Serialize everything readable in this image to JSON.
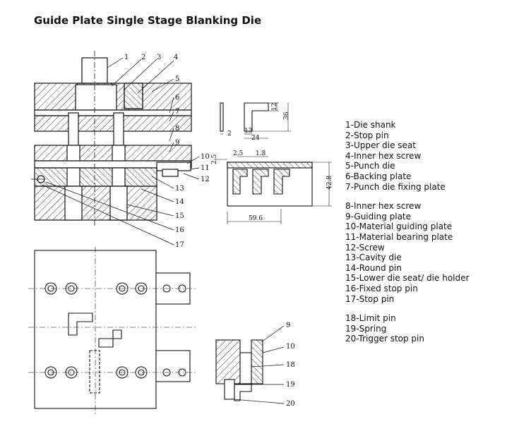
{
  "title": "Guide Plate Single Stage Blanking Die",
  "legend_groups": [
    [
      "1-Die shank",
      "2-Stop pin",
      "3-Upper die seat",
      "4-Inner hex screw",
      "5-Punch die",
      "6-Backing plate",
      "7-Punch die fixing plate"
    ],
    [
      "8-Inner hex screw",
      "9-Guiding plate",
      "10-Material guiding plate",
      "11-Material bearing plate",
      "12-Screw",
      "13-Cavity die",
      "14-Round pin",
      "15-Lower die seat/ die holder",
      "16-Fixed stop pin",
      "17-Stop pin"
    ],
    [
      "18-Limit pin",
      "19-Spring",
      "20-Trigger stop pin"
    ]
  ],
  "callouts_main": [
    "1",
    "2",
    "3",
    "4",
    "5",
    "6",
    "7",
    "8",
    "9",
    "10",
    "11",
    "12",
    "13",
    "14",
    "15",
    "16",
    "17"
  ],
  "callouts_detail": [
    "9",
    "10",
    "18",
    "19",
    "20"
  ],
  "dimensions": {
    "part_h1": "12",
    "part_h2": "36",
    "part_w1": "2",
    "part_w2": "13",
    "part_w3": "24",
    "strip_t": "2.5",
    "strip_gap1": "2.5",
    "strip_gap2": "1.8",
    "strip_width": "59.6",
    "strip_height": "42.8"
  }
}
